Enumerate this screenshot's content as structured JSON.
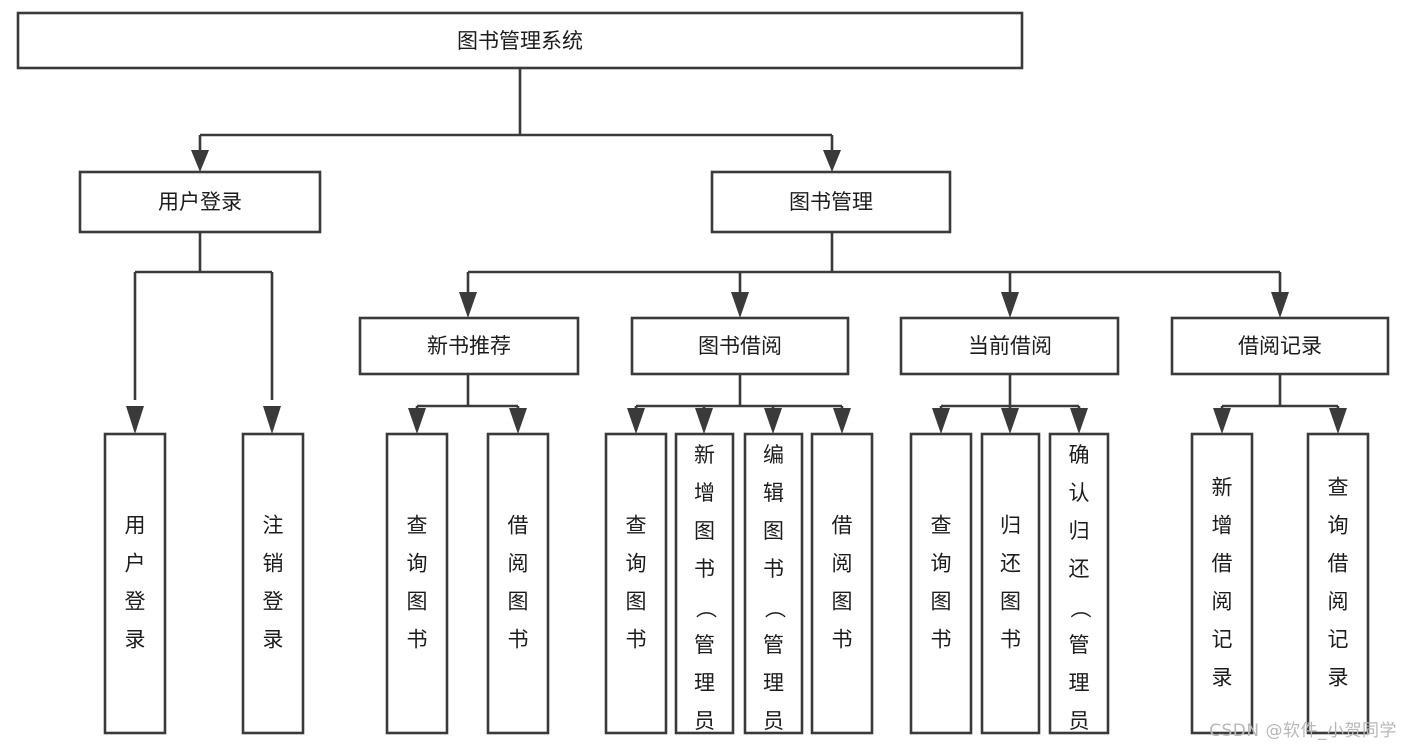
{
  "diagram": {
    "type": "tree-hierarchy",
    "title": "图书管理系统",
    "watermark": "CSDN @软件_小贺同学",
    "colors": {
      "stroke": "#3a3a3a",
      "fill": "#ffffff",
      "text": "#1c1c1c",
      "watermark": "#b8b8b8"
    },
    "levels": {
      "root": {
        "label": "图书管理系统"
      },
      "level2": [
        {
          "id": "user-login",
          "label": "用户登录"
        },
        {
          "id": "book-manage",
          "label": "图书管理"
        }
      ],
      "level3": [
        {
          "id": "new-book-rec",
          "label": "新书推荐",
          "parent": "book-manage"
        },
        {
          "id": "book-borrow",
          "label": "图书借阅",
          "parent": "book-manage"
        },
        {
          "id": "current-borrow",
          "label": "当前借阅",
          "parent": "book-manage"
        },
        {
          "id": "borrow-record",
          "label": "借阅记录",
          "parent": "book-manage"
        }
      ],
      "leaves": [
        {
          "id": "leaf-user-login",
          "label": "用户登录",
          "parent": "user-login"
        },
        {
          "id": "leaf-logout",
          "label": "注销登录",
          "parent": "user-login"
        },
        {
          "id": "leaf-query-book-1",
          "label": "查询图书",
          "parent": "new-book-rec"
        },
        {
          "id": "leaf-borrow-book-1",
          "label": "借阅图书",
          "parent": "new-book-rec"
        },
        {
          "id": "leaf-query-book-2",
          "label": "查询图书",
          "parent": "book-borrow"
        },
        {
          "id": "leaf-add-book",
          "label": "新增图书（管理员）",
          "parent": "book-borrow"
        },
        {
          "id": "leaf-edit-book",
          "label": "编辑图书（管理员）",
          "parent": "book-borrow"
        },
        {
          "id": "leaf-borrow-book-2",
          "label": "借阅图书",
          "parent": "book-borrow"
        },
        {
          "id": "leaf-query-book-3",
          "label": "查询图书",
          "parent": "current-borrow"
        },
        {
          "id": "leaf-return-book",
          "label": "归还图书",
          "parent": "current-borrow"
        },
        {
          "id": "leaf-confirm-return",
          "label": "确认归还（管理员）",
          "parent": "current-borrow"
        },
        {
          "id": "leaf-add-record",
          "label": "新增借阅记录",
          "parent": "borrow-record"
        },
        {
          "id": "leaf-query-record",
          "label": "查询借阅记录",
          "parent": "borrow-record"
        }
      ]
    }
  }
}
